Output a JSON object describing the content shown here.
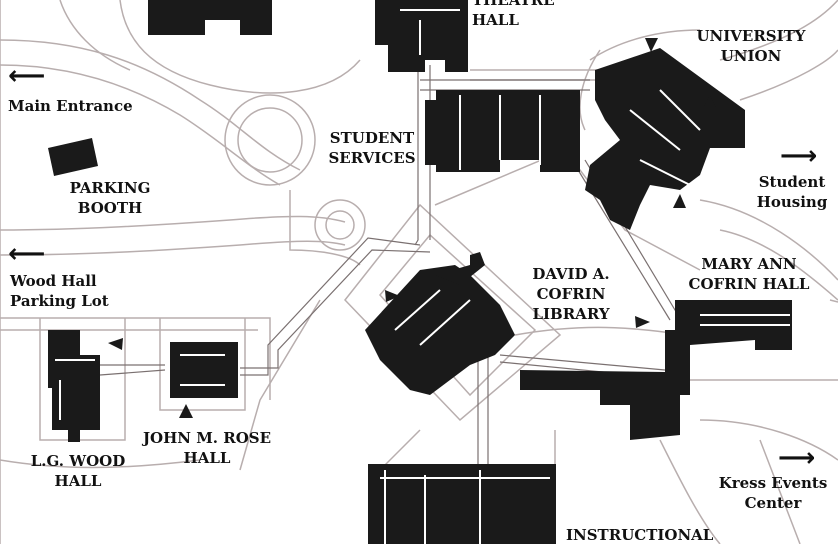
{
  "map": {
    "colors": {
      "background": "#ffffff",
      "building": "#1a1a1a",
      "road_outline": "#b8aeae",
      "walkway_outline": "#9a9090"
    },
    "labels": {
      "theatre_hall": "THEATRE\nHALL",
      "university_union": "UNIVERSITY\nUNION",
      "student_services": "STUDENT\nSERVICES",
      "main_entrance": "Main Entrance",
      "parking_booth": "PARKING\nBOOTH",
      "student_housing": "Student\nHousing",
      "wood_hall_parking_lot": "Wood Hall\nParking Lot",
      "david_a_cofrin_library": "DAVID A. COFRIN\nLIBRARY",
      "mary_ann_cofrin_hall": "MARY ANN\nCOFRIN HALL",
      "john_m_rose_hall": "JOHN M. ROSE\nHALL",
      "lg_wood_hall": "L.G. WOOD\nHALL",
      "kress_events_center": "Kress Events\nCenter",
      "instructional": "INSTRUCTIONAL"
    },
    "arrows": {
      "main_entrance": "left-arrow-icon",
      "wood_hall_parking_lot": "left-arrow-icon",
      "student_housing": "right-arrow-icon",
      "kress_events_center": "right-arrow-icon"
    }
  }
}
